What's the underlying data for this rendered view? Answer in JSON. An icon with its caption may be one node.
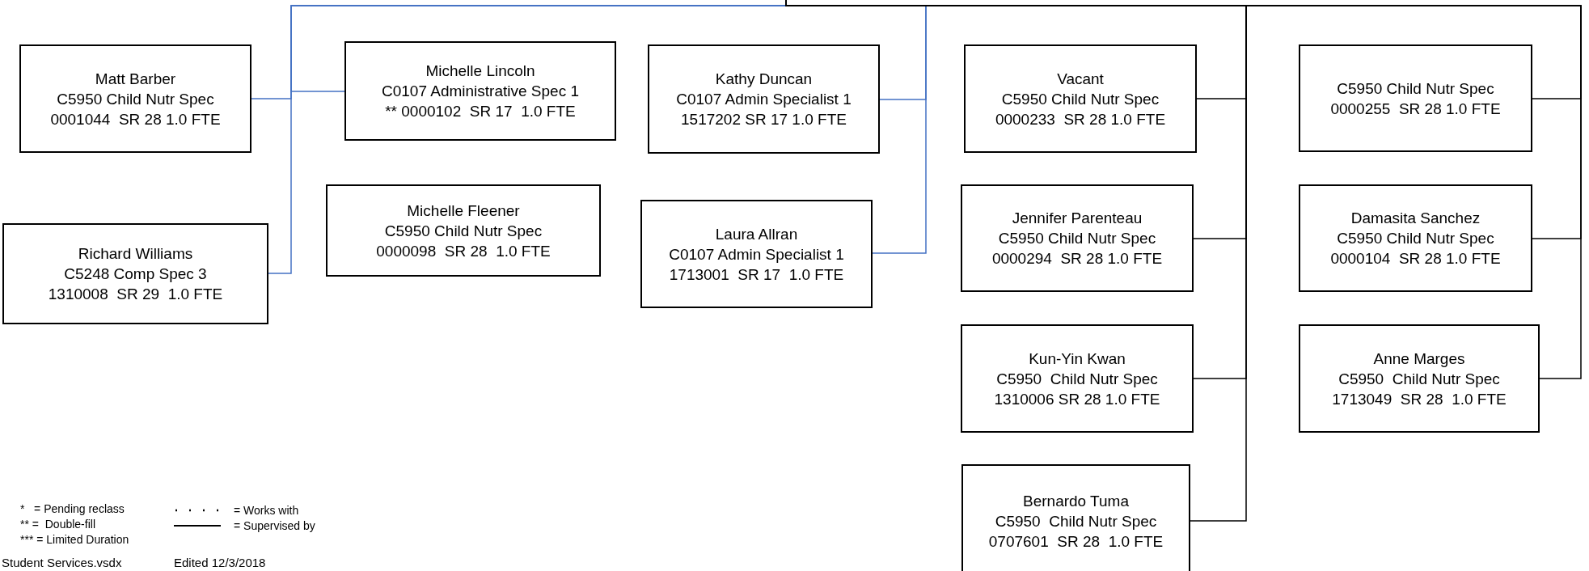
{
  "diagram": {
    "nodes": [
      {
        "text": [
          "Matt Barber",
          "C5950 Child Nutr Spec",
          "0001044  SR 28 1.0 FTE"
        ]
      },
      {
        "text": [
          "Richard Williams",
          "C5248 Comp Spec 3",
          "1310008  SR 29  1.0 FTE"
        ]
      },
      {
        "text": [
          "Michelle Lincoln",
          "C0107 Administrative Spec 1",
          "** 0000102  SR 17  1.0 FTE"
        ]
      },
      {
        "text": [
          "Michelle Fleener",
          "C5950 Child Nutr Spec",
          "0000098  SR 28  1.0 FTE"
        ]
      },
      {
        "text": [
          "Kathy Duncan",
          "C0107 Admin Specialist 1",
          "1517202 SR 17 1.0 FTE"
        ]
      },
      {
        "text": [
          "Laura Allran",
          "C0107 Admin Specialist 1",
          "1713001  SR 17  1.0 FTE"
        ]
      },
      {
        "text": [
          "Vacant",
          "C5950 Child Nutr Spec",
          "0000233  SR 28 1.0 FTE"
        ]
      },
      {
        "text": [
          "Jennifer Parenteau",
          "C5950 Child Nutr Spec",
          "0000294  SR 28 1.0 FTE"
        ]
      },
      {
        "text": [
          "Kun-Yin Kwan",
          "C5950  Child Nutr Spec",
          "1310006 SR 28 1.0 FTE"
        ]
      },
      {
        "text": [
          "Bernardo Tuma",
          "C5950  Child Nutr Spec",
          "0707601  SR 28  1.0 FTE"
        ]
      },
      {
        "text": [
          "C5950 Child Nutr Spec",
          "0000255  SR 28 1.0 FTE"
        ]
      },
      {
        "text": [
          "Damasita Sanchez",
          "C5950 Child Nutr Spec",
          "0000104  SR 28 1.0 FTE"
        ]
      },
      {
        "text": [
          "Anne Marges",
          "C5950  Child Nutr Spec",
          "1713049  SR 28  1.0 FTE"
        ]
      }
    ],
    "edges": [
      {
        "from": null,
        "to": 0,
        "arrow": "none",
        "color": "#4472c4"
      },
      {
        "from": null,
        "to": 1,
        "arrow": "none",
        "color": "#4472c4"
      },
      {
        "from": null,
        "to": 2,
        "arrow": "none",
        "color": "#4472c4"
      },
      {
        "from": null,
        "to": 4,
        "arrow": "none",
        "color": "#4472c4"
      },
      {
        "from": null,
        "to": 5,
        "arrow": "none",
        "color": "#4472c4"
      },
      {
        "from": null,
        "to": 6,
        "arrow": "none"
      },
      {
        "from": null,
        "to": 7,
        "arrow": "none"
      },
      {
        "from": null,
        "to": 8,
        "arrow": "none"
      },
      {
        "from": null,
        "to": 9,
        "arrow": "none"
      },
      {
        "from": null,
        "to": 10,
        "arrow": "none"
      },
      {
        "from": null,
        "to": 11,
        "arrow": "none"
      },
      {
        "from": null,
        "to": 12,
        "arrow": "none"
      }
    ],
    "labels": [
      "*   = Pending reclass",
      "** =  Double-fill",
      "*** = Limited Duration",
      "Student Services.vsdx",
      "Edited 12/3/2018"
    ],
    "legend": [
      {
        "text": "= Works with"
      },
      {
        "text": "= Supervised by"
      }
    ]
  }
}
